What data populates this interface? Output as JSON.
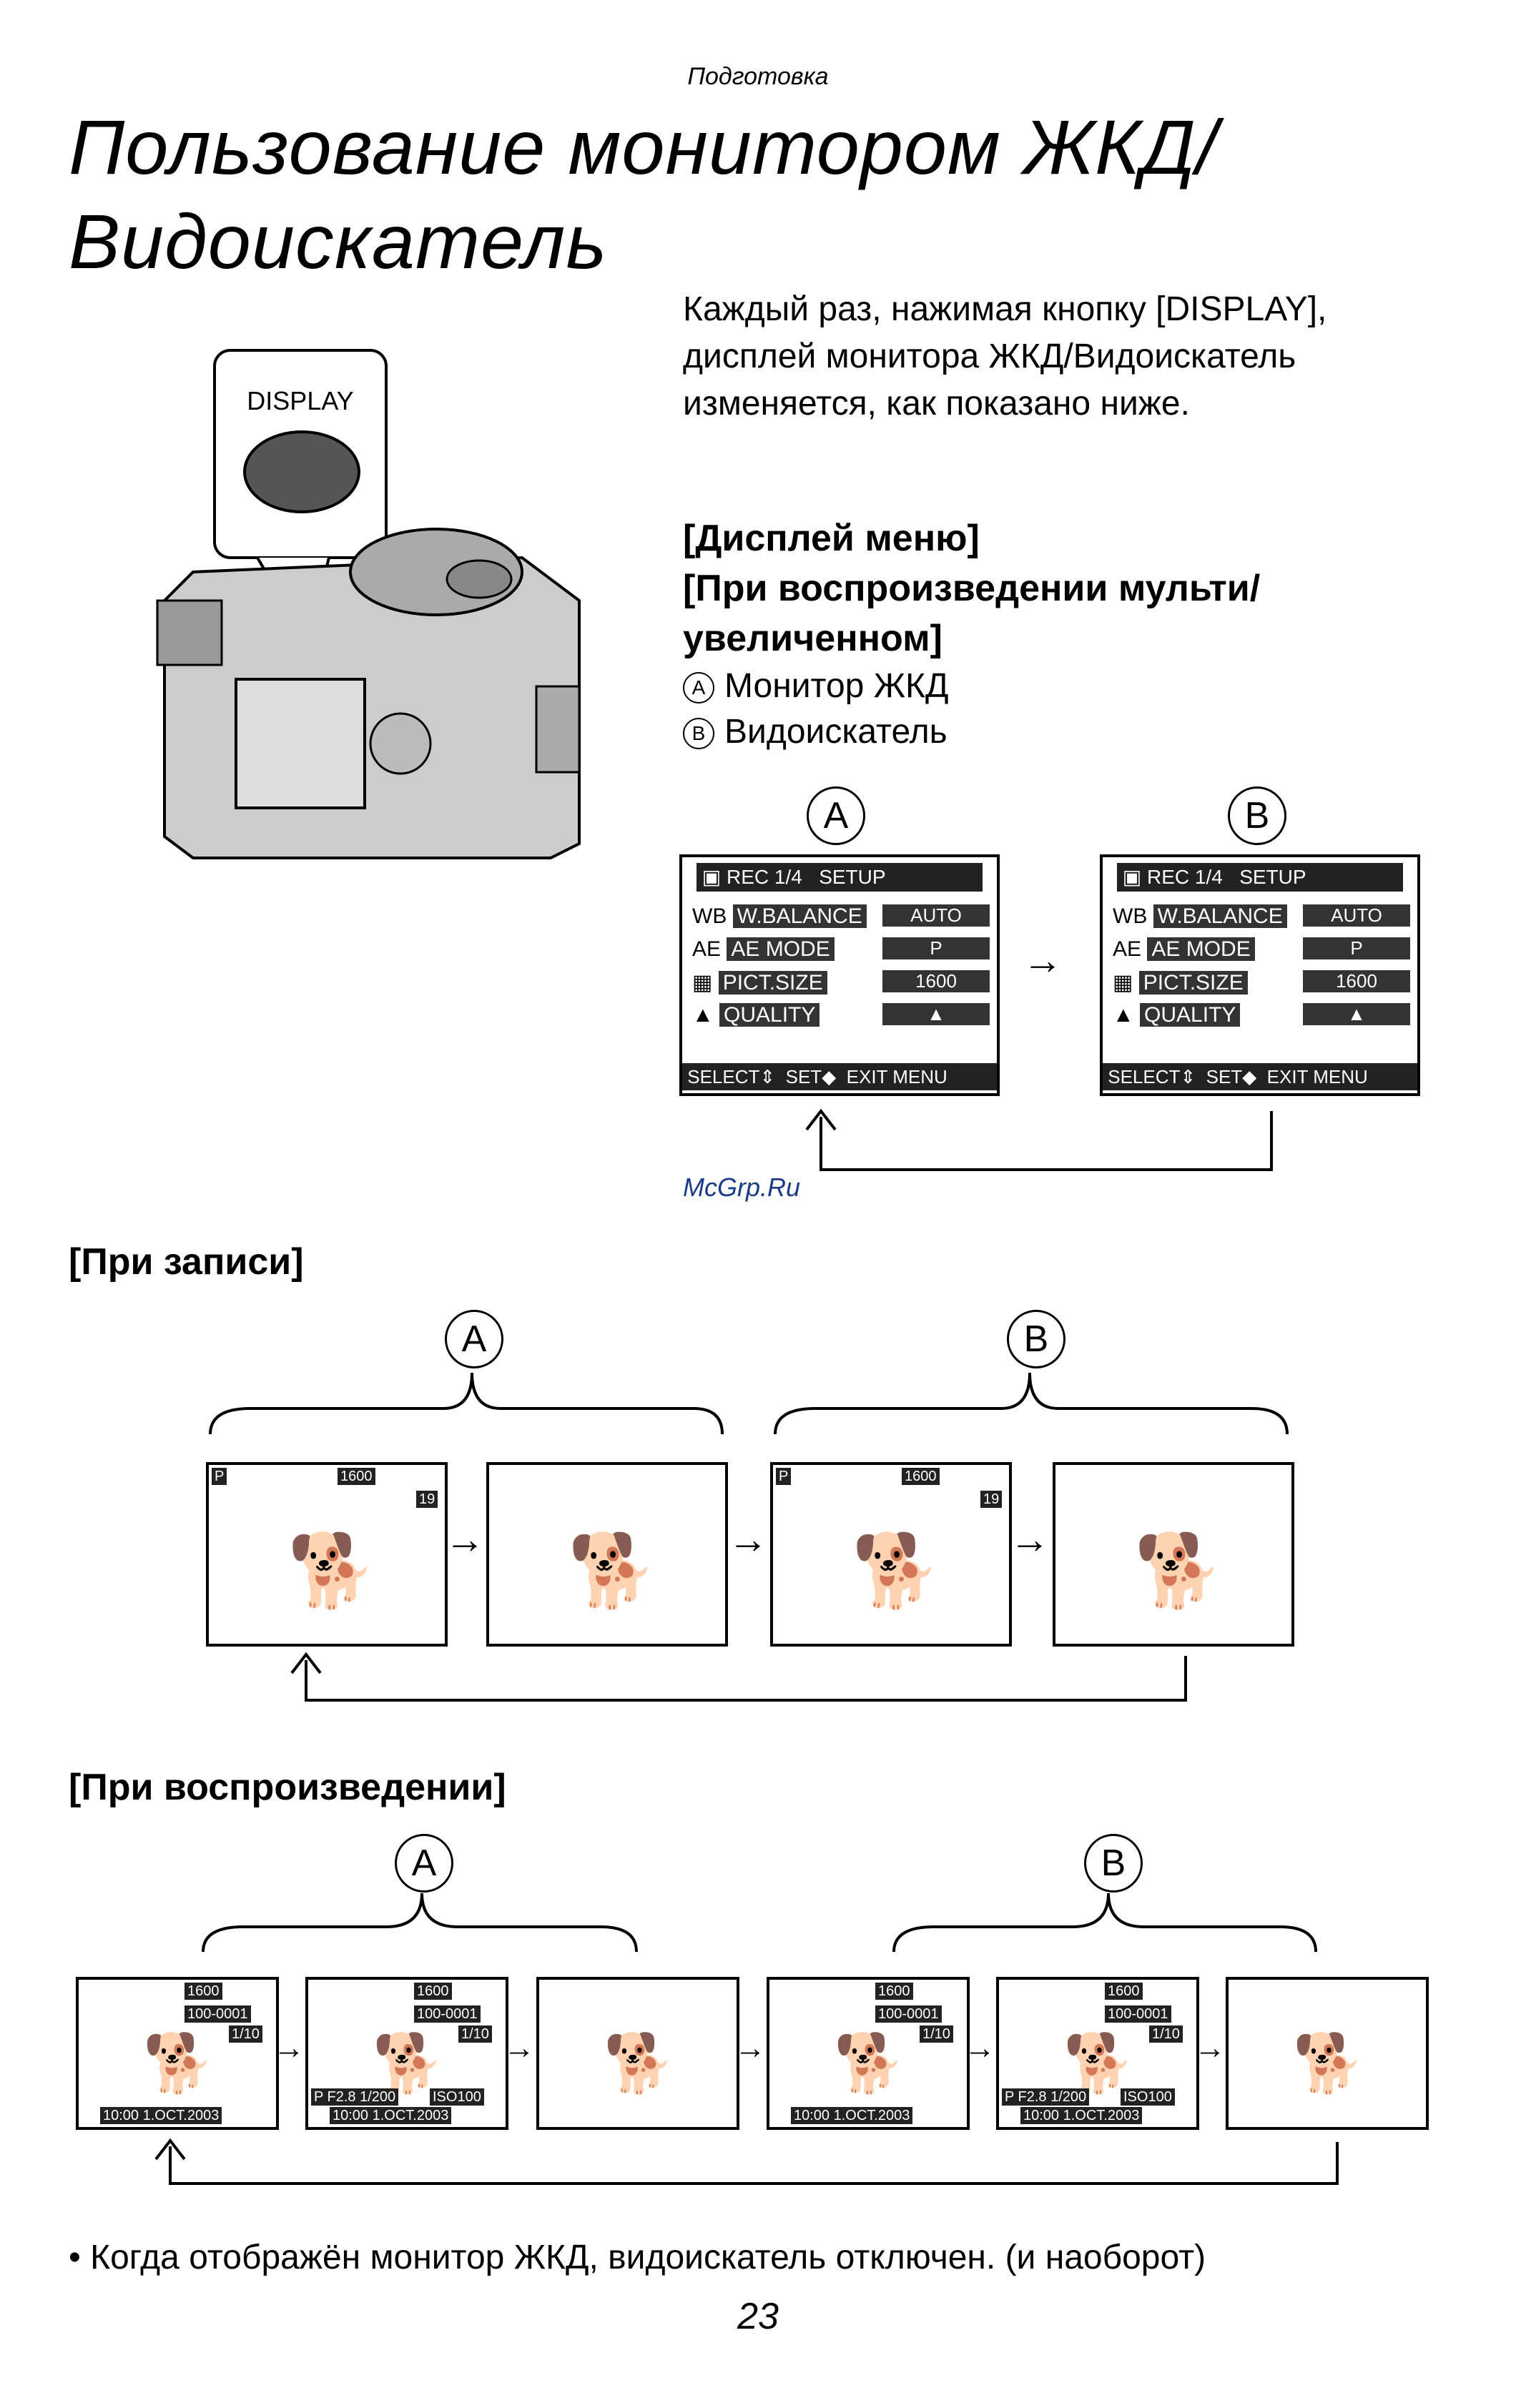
{
  "header": {
    "section": "Подготовка"
  },
  "title": {
    "line1": "Пользование монитором ЖКД/",
    "line2": "Видоискатель"
  },
  "intro": "Каждый раз, нажимая кнопку [DISPLAY], дисплей монитора ЖКД/Видоискатель изменяется, как показано ниже.",
  "camera": {
    "button_label": "DISPLAY"
  },
  "menu_section": {
    "heading1": "[Дисплей меню]",
    "heading2": "[При воспроизведении мульти/",
    "heading3": "увеличенном]",
    "legend_a_mark": "A",
    "legend_a": "Монитор ЖКД",
    "legend_b_mark": "B",
    "legend_b": "Видоискатель",
    "screen": {
      "rec": "REC",
      "page": "1/4",
      "setup": "SETUP",
      "rows": [
        {
          "icon": "WB",
          "label": "W.BALANCE",
          "value": "AUTO"
        },
        {
          "icon": "AE",
          "label": "AE MODE",
          "value": "P"
        },
        {
          "icon": "▦",
          "label": "PICT.SIZE",
          "value": "1600"
        },
        {
          "icon": "▲",
          "label": "QUALITY",
          "value": "▲"
        }
      ],
      "select": "SELECT",
      "set": "SET",
      "exit": "EXIT",
      "menu": "MENU"
    }
  },
  "rec_section": {
    "heading": "[При записи]",
    "a": "A",
    "b": "B",
    "hud_size": "1600",
    "hud_count": "19",
    "hud_mode": "P"
  },
  "play_section": {
    "heading": "[При воспроизведении]",
    "a": "A",
    "b": "B",
    "file": "100-0001",
    "index": "1/10",
    "datetime": "10:00  1.OCT.2003",
    "exposure": "P F2.8 1/200",
    "iso": "ISO100",
    "size": "1600"
  },
  "watermark": "McGrp.Ru",
  "footnote": "• Когда отображён монитор ЖКД, видоискатель отключен. (и наоборот)",
  "page_number": "23"
}
